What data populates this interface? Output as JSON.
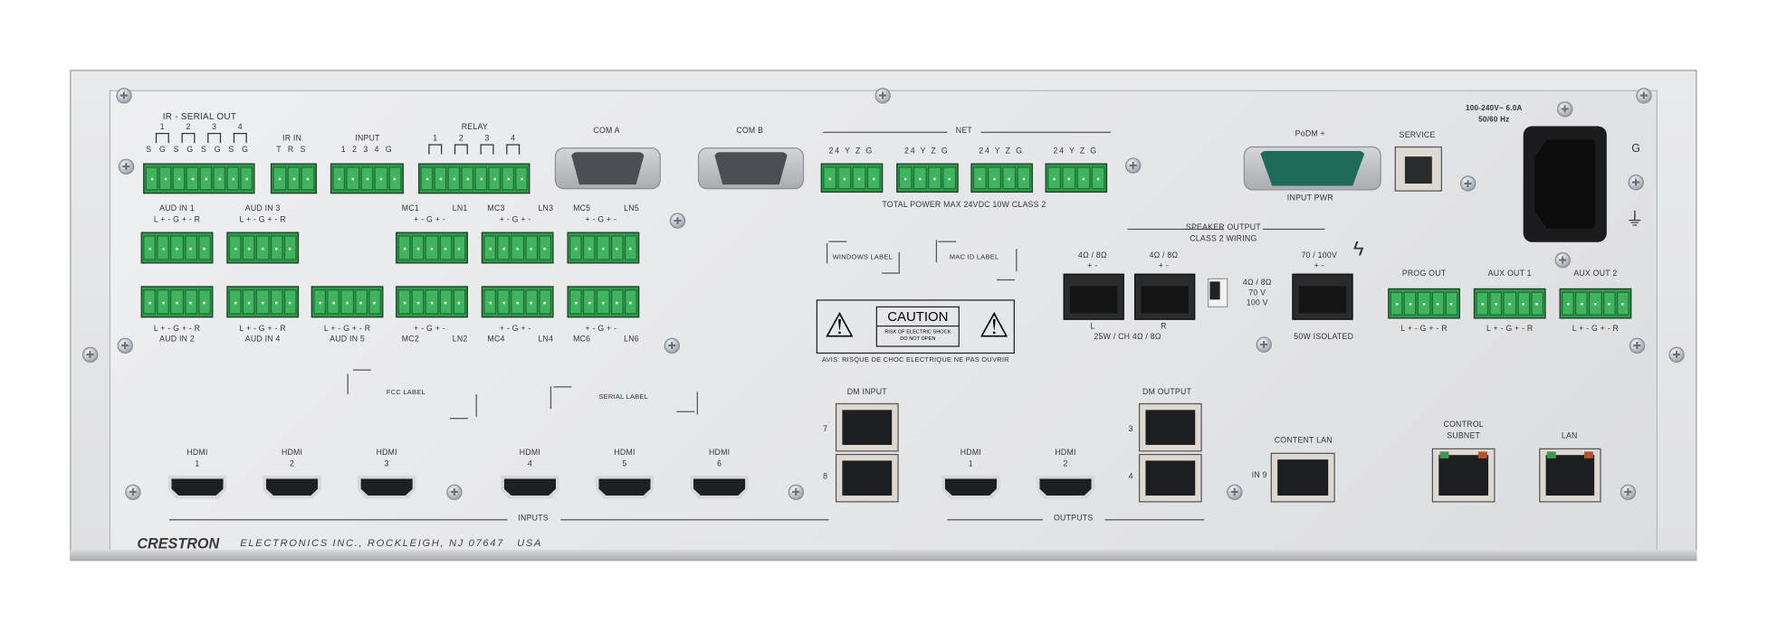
{
  "brand": {
    "logo": "CRESTRON",
    "address": "ELECTRONICS INC., ROCKLEIGH, NJ 07647   USA"
  },
  "control": {
    "ir_serial_out": "IR - SERIAL OUT",
    "ir_ports": [
      "1",
      "2",
      "3",
      "4"
    ],
    "ir_pins": "S G S G S G S G",
    "ir_in": "IR IN",
    "ir_in_pins": "T R S",
    "input": "INPUT",
    "input_pins": "1 2 3 4 G",
    "relay": "RELAY",
    "relay_ports": [
      "1",
      "2",
      "3",
      "4"
    ],
    "com_a": "COM A",
    "com_b": "COM B"
  },
  "net": {
    "title": "NET",
    "pins": "24 Y Z G",
    "note": "TOTAL POWER MAX 24VDC 10W CLASS 2"
  },
  "power": {
    "podm": "PoDM +",
    "input_pwr": "INPUT PWR",
    "service": "SERVICE",
    "rating": "100-240V~ 6.0A",
    "freq": "50/60 Hz",
    "ground": "G"
  },
  "audio": {
    "aud_in": [
      "AUD IN 1",
      "AUD IN 2",
      "AUD IN 3",
      "AUD IN 4",
      "AUD IN 5"
    ],
    "aud_pins": "L +  -  G  +  - R",
    "mc": [
      "MC1",
      "MC2",
      "MC3",
      "MC4",
      "MC5",
      "MC6"
    ],
    "ln": [
      "LN1",
      "LN2",
      "LN3",
      "LN4",
      "LN5",
      "LN6"
    ],
    "mic_pins": "+  -  G  +  -"
  },
  "labels": {
    "windows": "WINDOWS LABEL",
    "mac": "MAC ID LABEL",
    "fcc": "FCC LABEL",
    "serial": "SERIAL LABEL"
  },
  "caution": {
    "title": "CAUTION",
    "line1": "RISK OF ELECTRIC SHOCK",
    "line2": "DO NOT OPEN",
    "avis": "AVIS: RISQUE DE CHOC ELECTRIQUE NE PAS OUVRIR"
  },
  "speaker": {
    "title": "SPEAKER OUTPUT",
    "subtitle": "CLASS 2 WIRING",
    "imp": "4Ω / 8Ω",
    "pol": "+        -",
    "left": "L",
    "right": "R",
    "rating": "25W / CH 4Ω / 8Ω",
    "switch_options": [
      "4Ω / 8Ω",
      "70 V",
      "100 V"
    ],
    "hv": "70 / 100V",
    "hv_rating": "50W ISOLATED"
  },
  "outputs": {
    "prog": "PROG OUT",
    "aux1": "AUX OUT 1",
    "aux2": "AUX OUT 2"
  },
  "video": {
    "hdmi": "HDMI",
    "in_nums": [
      "1",
      "2",
      "3",
      "4",
      "5",
      "6"
    ],
    "out_nums": [
      "1",
      "2"
    ],
    "inputs": "INPUTS",
    "outputs": "OUTPUTS",
    "dm_input": "DM INPUT",
    "dm_in_ports": [
      "7",
      "8"
    ],
    "dm_output": "DM OUTPUT",
    "dm_out_ports": [
      "3",
      "4"
    ],
    "content_lan": "CONTENT LAN",
    "in9": "IN 9",
    "control_subnet": [
      "CONTROL",
      "SUBNET"
    ],
    "lan": "LAN"
  }
}
